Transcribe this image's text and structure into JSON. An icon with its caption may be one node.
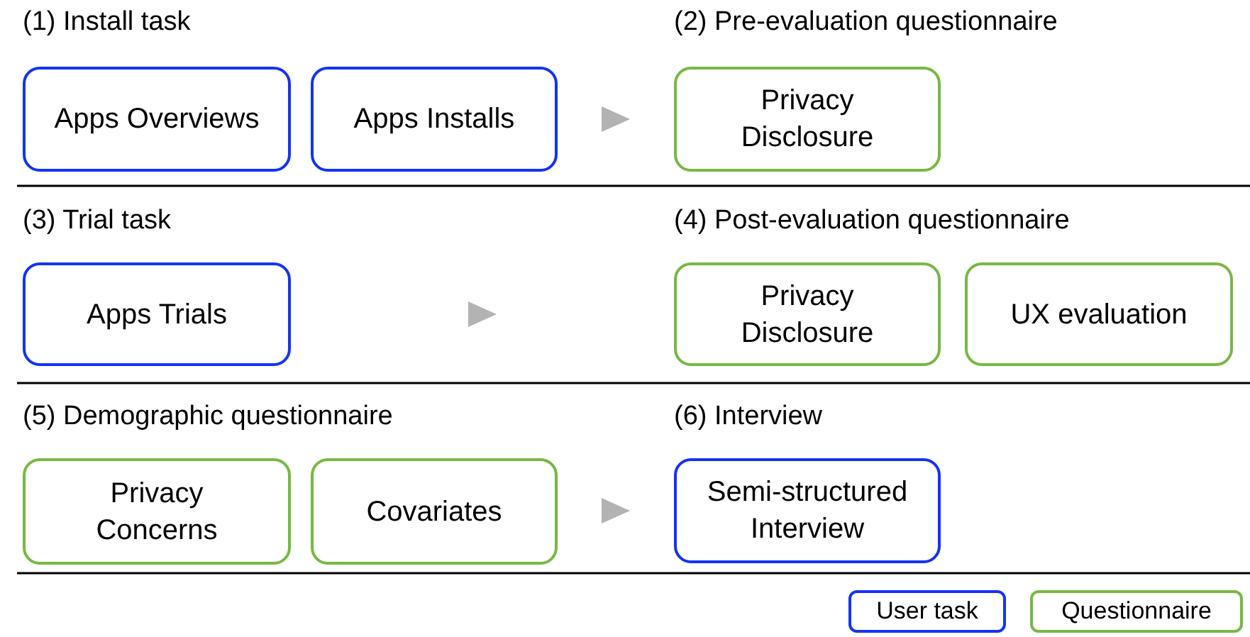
{
  "diagram": {
    "nodes": [
      {
        "text": [
          "Apps Overviews"
        ]
      },
      {
        "text": [
          "Apps Installs"
        ]
      },
      {
        "text": [
          "Privacy Disclosure"
        ]
      },
      {
        "text": [
          "Apps Trials"
        ]
      },
      {
        "text": [
          "Privacy Disclosure"
        ]
      },
      {
        "text": [
          "UX evaluation"
        ]
      },
      {
        "text": [
          "Privacy Concerns"
        ]
      },
      {
        "text": [
          "Covariates"
        ]
      },
      {
        "text": [
          "Semi-structured Interview"
        ]
      }
    ],
    "edges": [
      {
        "from": 1,
        "to": 2,
        "arrow": "to"
      },
      {
        "from": 3,
        "to": 4,
        "arrow": "to"
      },
      {
        "from": 7,
        "to": 8,
        "arrow": "to"
      }
    ],
    "labels": [
      "(1) Install task",
      "(2) Pre-evaluation questionnaire",
      "(3) Trial task",
      "(4) Post-evaluation questionnaire",
      "(5) Demographic questionnaire",
      "(6) Interview"
    ],
    "legend": [
      {
        "text": "User task",
        "color": "#1432f5"
      },
      {
        "text": "Questionnaire",
        "color": "#77b843"
      }
    ]
  }
}
